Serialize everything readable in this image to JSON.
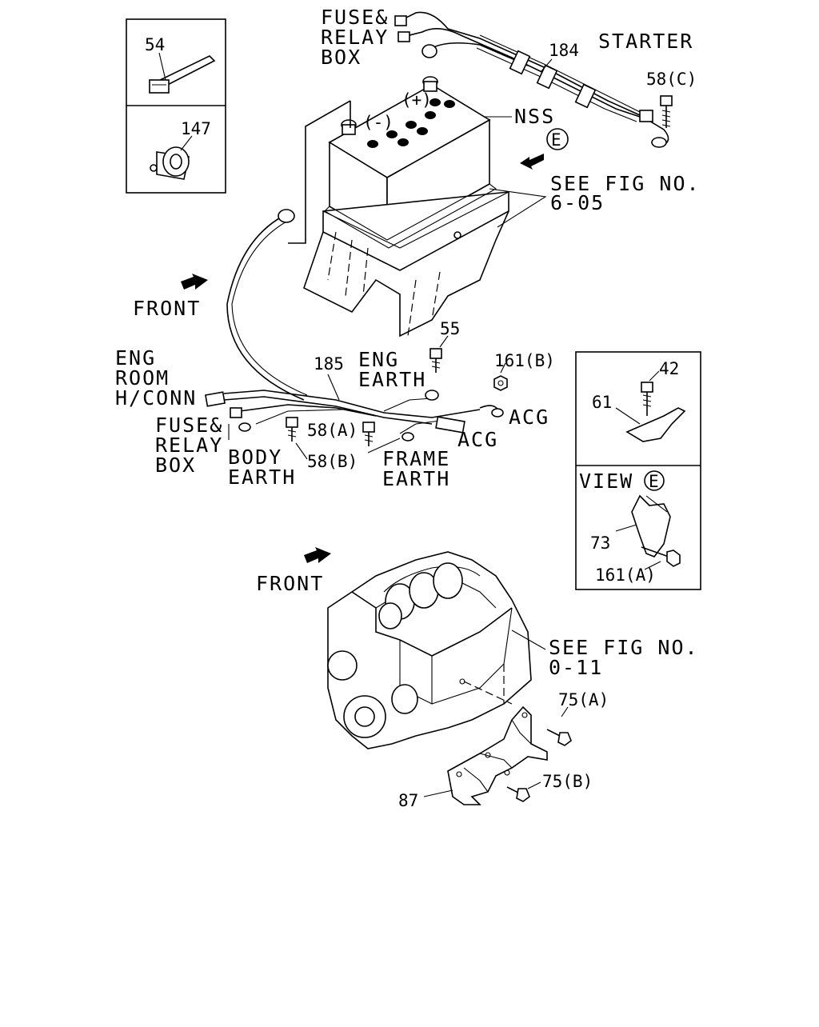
{
  "labels": {
    "fuse_relay_top": [
      "FUSE&",
      "RELAY",
      "BOX"
    ],
    "starter": "STARTER",
    "nss": "NSS",
    "see_fig_1": [
      "SEE FIG NO.",
      "6-05"
    ],
    "front_1": "FRONT",
    "eng_room": [
      "ENG",
      "ROOM",
      "H/CONN"
    ],
    "eng_earth": [
      "ENG",
      "EARTH"
    ],
    "acg_1": "ACG",
    "acg_2": "ACG",
    "fuse_relay_bottom": [
      "FUSE&",
      "RELAY",
      "BOX"
    ],
    "body_earth": [
      "BODY",
      "EARTH"
    ],
    "frame_earth": [
      "FRAME",
      "EARTH"
    ],
    "view_e": "VIEW",
    "view_e_circle": "E",
    "e_circle_main": "E",
    "front_2": "FRONT",
    "see_fig_2": [
      "SEE FIG NO.",
      "0-11"
    ],
    "battery_minus": "(-)",
    "battery_plus": "(+)"
  },
  "parts": {
    "p54": "54",
    "p147": "147",
    "p184": "184",
    "p58c": "58(C)",
    "p185": "185",
    "p55": "55",
    "p161b": "161(B)",
    "p58a": "58(A)",
    "p58b": "58(B)",
    "p42": "42",
    "p61": "61",
    "p73": "73",
    "p161a": "161(A)",
    "p75a": "75(A)",
    "p75b": "75(B)",
    "p87": "87"
  }
}
